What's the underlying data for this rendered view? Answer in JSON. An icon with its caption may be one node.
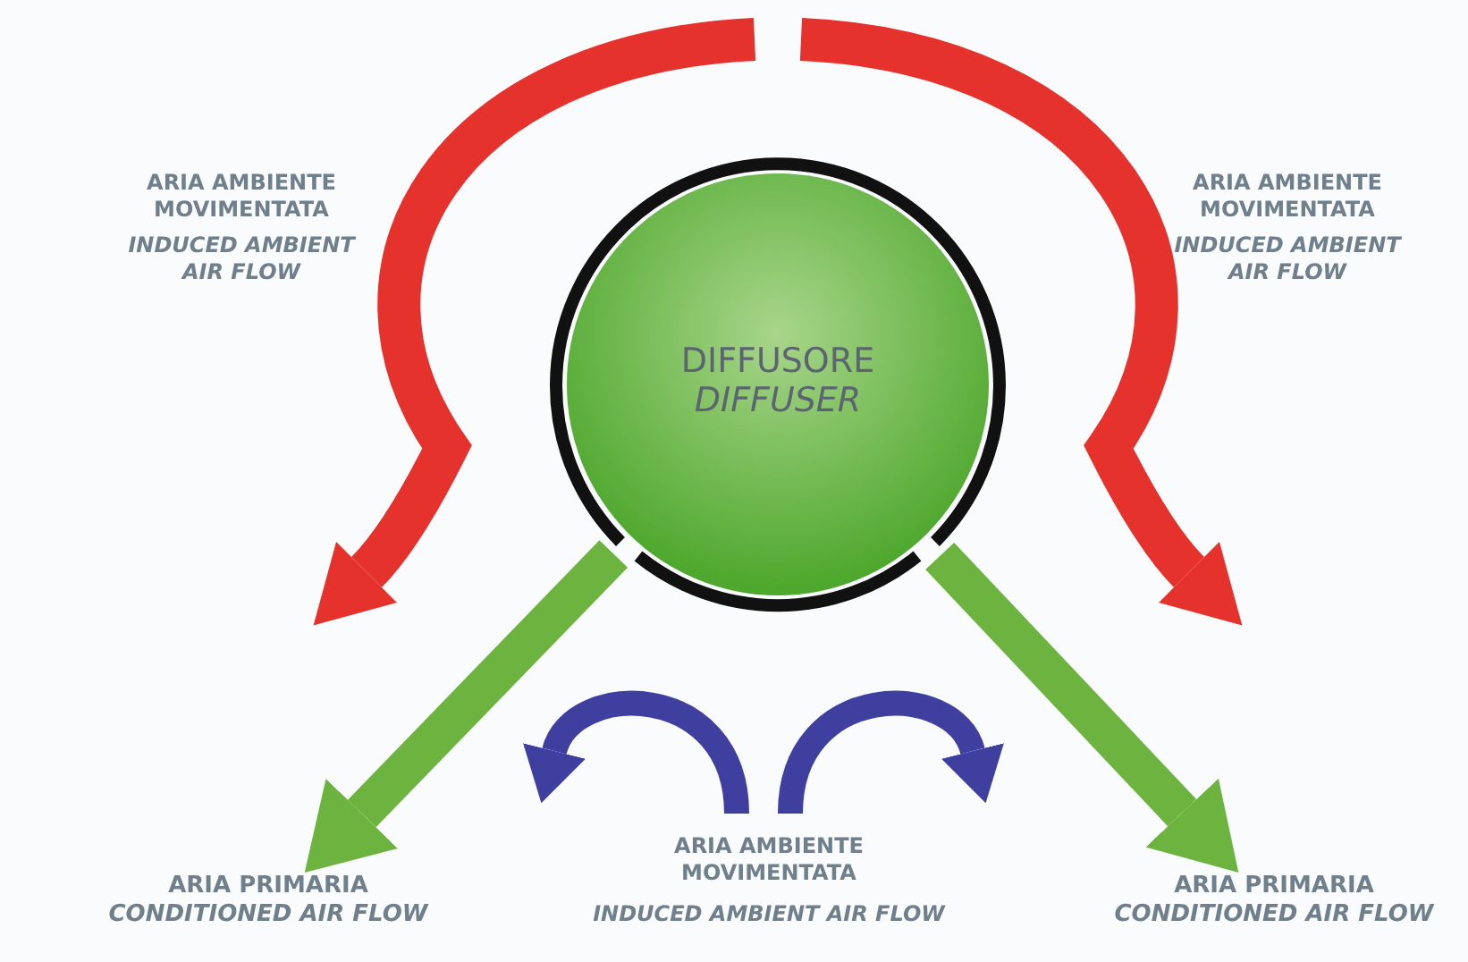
{
  "diagram": {
    "nodes": [
      {
        "text": [
          "DIFFUSORE",
          "DIFFUSER"
        ]
      },
      {
        "text": [
          "ARIA PRIMARIA",
          "CONDITIONED AIR FLOW"
        ]
      },
      {
        "text": [
          "ARIA PRIMARIA",
          "CONDITIONED AIR FLOW"
        ]
      }
    ],
    "edges": [
      {
        "from": 0,
        "to": 1,
        "arrow": "to"
      },
      {
        "from": 0,
        "to": 2,
        "arrow": "to"
      }
    ],
    "labels": [
      "ARIA AMBIENTE MOVIMENTATA",
      "INDUCED AMBIENT AIR FLOW",
      "ARIA AMBIENTE MOVIMENTATA",
      "INDUCED AMBIENT AIR FLOW",
      "ARIA AMBIENTE MOVIMENTATA",
      "INDUCED AMBIENT AIR FLOW"
    ]
  }
}
